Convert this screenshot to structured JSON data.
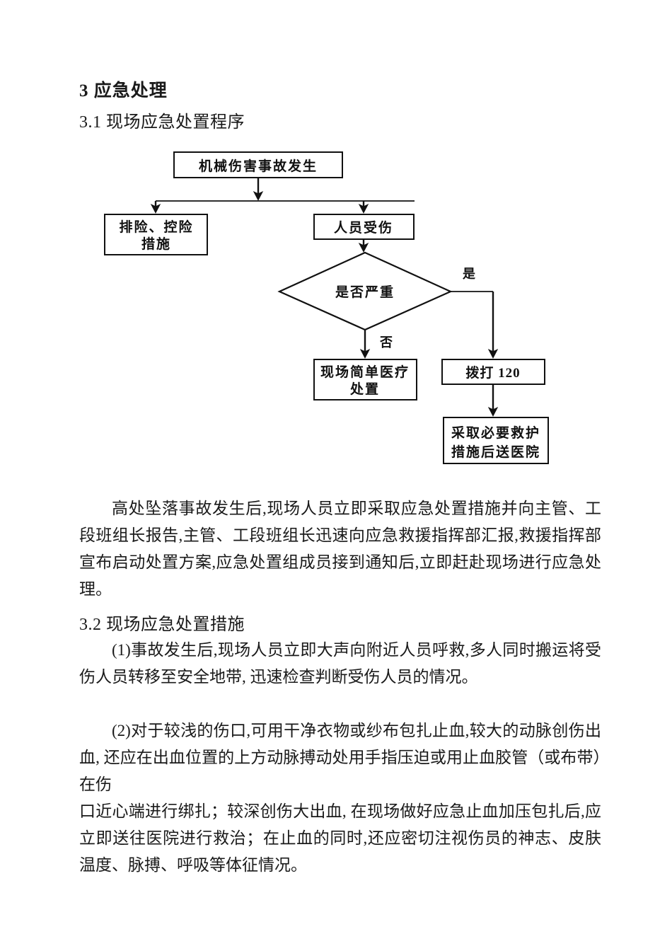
{
  "document": {
    "section_heading": "3 应急处理",
    "subsection_1": "3.1 现场应急处置程序",
    "subsection_2": "3.2 现场应急处置措施"
  },
  "flowchart": {
    "nodes": {
      "incident": "机械伤害事故发生",
      "risk_control_line1": "排险、控险",
      "risk_control_line2": "措施",
      "injury": "人员受伤",
      "decision": "是否严重",
      "simple_treatment_line1": "现场简单医疗",
      "simple_treatment_line2": "处置",
      "call_120": "拨打 120",
      "rescue_line1": "采取必要救护",
      "rescue_line2": "措施后送医院"
    },
    "branch_labels": {
      "yes": "是",
      "no": "否"
    }
  },
  "body": {
    "paragraph_1": "高处坠落事故发生后,现场人员立即采取应急处置措施并向主管、工段班组长报告,主管、工段班组长迅速向应急救援指挥部汇报,救援指挥部宣布启动处置方案,应急处置组成员接到通知后,立即赶赴现场进行应急处理。",
    "paragraph_2": "(1)事故发生后,现场人员立即大声向附近人员呼救,多人同时搬运将受伤人员转移至安全地带, 迅速检查判断受伤人员的情况。",
    "paragraph_3": "(2)对于较浅的伤口,可用干净衣物或纱布包扎止血,较大的动脉创伤出血, 还应在出血位置的上方动脉搏动处用手指压迫或用止血胶管（或布带）在伤",
    "paragraph_4": "口近心端进行绑扎；较深创伤大出血, 在现场做好应急止血加压包扎后,应立即送往医院进行救治；在止血的同时,还应密切注视伤员的神志、皮肤温度、脉搏、呼吸等体征情况。"
  }
}
